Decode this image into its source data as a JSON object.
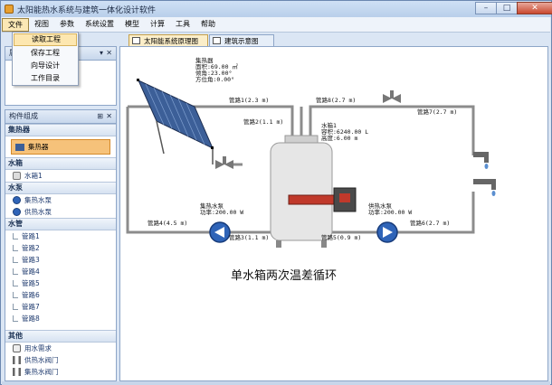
{
  "window": {
    "title": "太阳能热水系统与建筑一体化设计软件",
    "ctl_min": "–",
    "ctl_max": "□",
    "ctl_close": "✕"
  },
  "menu": {
    "items": [
      "文件",
      "视图",
      "参数",
      "系统设置",
      "模型",
      "计算",
      "工具",
      "帮助"
    ],
    "file_menu": [
      "读取工程",
      "保存工程",
      "向导设计",
      "工作目录"
    ]
  },
  "top_panel": {
    "title": "属",
    "pin": "▾",
    "close": "✕"
  },
  "components_panel": {
    "title": "构件组成",
    "pin": "⊞",
    "close": "✕",
    "groups": [
      {
        "name": "集热器",
        "items": [
          "集热器"
        ]
      },
      {
        "name": "水箱",
        "items": [
          "水箱1"
        ]
      },
      {
        "name": "水泵",
        "items": [
          "集热水泵",
          "供热水泵"
        ]
      },
      {
        "name": "水管",
        "items": [
          "管路1",
          "管路2",
          "管路3",
          "管路4",
          "管路5",
          "管路6",
          "管路7",
          "管路8"
        ]
      },
      {
        "name": "其他",
        "items": [
          "用水需求",
          "供热水阀门",
          "集热水阀门"
        ]
      }
    ]
  },
  "tabs": [
    "太阳能系统原理图",
    "建筑示意图"
  ],
  "diagram": {
    "collector": [
      "集热器",
      "面积:69.00 ㎡",
      "倾角:23.00°",
      "方位角:0.00°"
    ],
    "tank": [
      "水箱1",
      "容积:6240.00 L",
      "高度:6.00 m"
    ],
    "pump1": [
      "集热水泵",
      "功率:200.00 W"
    ],
    "pump2": [
      "供热水泵",
      "功率:200.00 W"
    ],
    "pipes": [
      "管路1(2.3 m)",
      "管路2(1.1 m)",
      "管路3(1.1 m)",
      "管路4(4.5 m)",
      "管路5(0.9 m)",
      "管路6(2.7 m)",
      "管路7(2.7 m)",
      "管路8(2.7 m)"
    ],
    "caption": "单水箱两次温差循环"
  },
  "colors": {
    "pipe": "#8c8c8c",
    "pump": "#2f64b8",
    "collector": "#3c5f98",
    "heater": "#c0392b"
  }
}
